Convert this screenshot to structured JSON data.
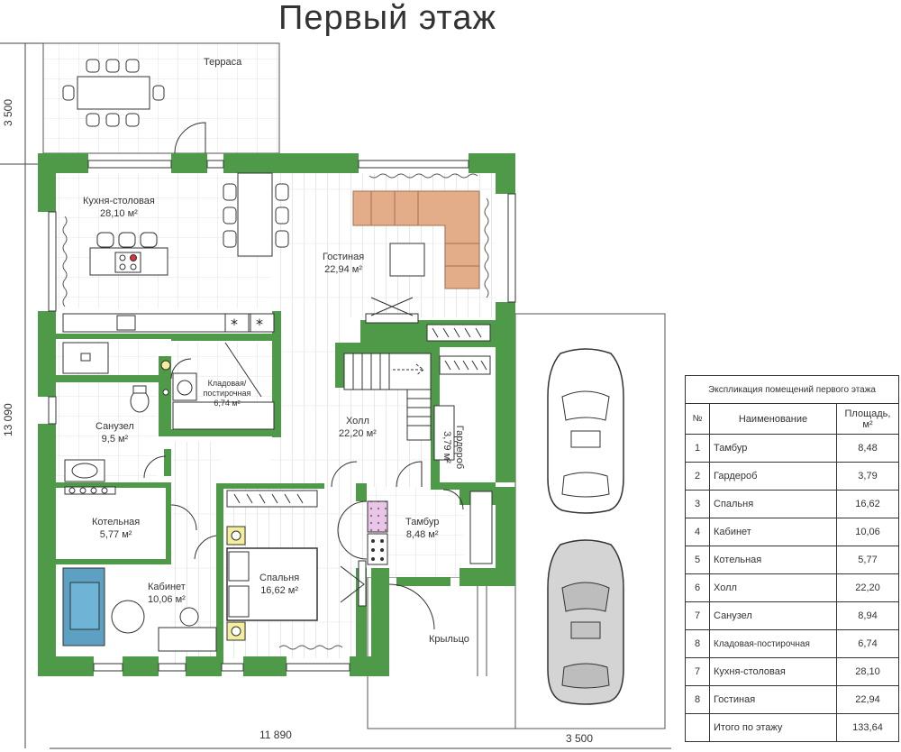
{
  "title": "Первый этаж",
  "colors": {
    "wall": "#4e9a48",
    "sofa": "#e4ad8a",
    "sofa_blue": "#5ea0c2",
    "door_yellow": "#f4ef9c",
    "grid": "#d8d8d8"
  },
  "rooms": {
    "terrace": {
      "name": "Терраса"
    },
    "kitchen": {
      "name": "Кухня-столовая",
      "area": "28,10 м²"
    },
    "living": {
      "name": "Гостиная",
      "area": "22,94 м²"
    },
    "pantry": {
      "name": "Кладовая/ постирочная",
      "area": "6,74 м²"
    },
    "bath": {
      "name": "Санузел",
      "area": "9,5 м²"
    },
    "hall": {
      "name": "Холл",
      "area": "22,20 м²"
    },
    "wardrobe": {
      "name": "Гардероб",
      "area": "3,79 м²"
    },
    "boiler": {
      "name": "Котельная",
      "area": "5,77 м²"
    },
    "vestibule": {
      "name": "Тамбур",
      "area": "8,48 м²"
    },
    "bedroom": {
      "name": "Спальня",
      "area": "16,62 м²"
    },
    "office": {
      "name": "Кабинет",
      "area": "10,06 м²"
    },
    "porch": {
      "name": "Крыльцо"
    }
  },
  "dimensions": {
    "terrace_depth": "3 500",
    "total_depth": "13 090",
    "total_width": "11 890",
    "garage_width": "3 500"
  },
  "table": {
    "caption": "Экспликация помещений первого этажа",
    "headers": {
      "num": "№",
      "name": "Наименование",
      "area": "Площадь, м²"
    },
    "rows": [
      {
        "num": "1",
        "name": "Тамбур",
        "area": "8,48"
      },
      {
        "num": "2",
        "name": "Гардероб",
        "area": "3,79"
      },
      {
        "num": "3",
        "name": "Спальня",
        "area": "16,62"
      },
      {
        "num": "4",
        "name": "Кабинет",
        "area": "10,06"
      },
      {
        "num": "5",
        "name": "Котельная",
        "area": "5,77"
      },
      {
        "num": "6",
        "name": "Холл",
        "area": "22,20"
      },
      {
        "num": "7",
        "name": "Санузел",
        "area": "8,94"
      },
      {
        "num": "8",
        "name": "Кладовая-постирочная",
        "area": "6,74"
      },
      {
        "num": "7",
        "name": "Кухня-столовая",
        "area": "28,10"
      },
      {
        "num": "8",
        "name": "Гостиная",
        "area": "22,94"
      }
    ],
    "total": {
      "name": "Итого по этажу",
      "area": "133,64"
    }
  }
}
